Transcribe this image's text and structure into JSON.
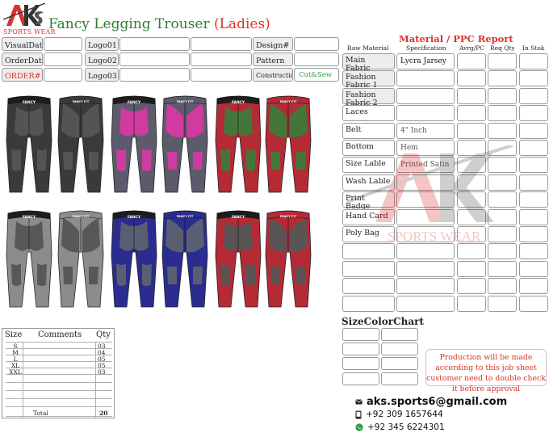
{
  "logo": {
    "brand": "AKS",
    "caption": "SPORTS WEAR"
  },
  "title": {
    "main": "Fancy Legging Trouser",
    "accent": "(Ladies)"
  },
  "header_fields": {
    "visual_date": "VisualDate",
    "order_date": "OrderDate",
    "order_no": "ORDER#",
    "logo01": "Logo01",
    "logo02": "Logo02",
    "logo03": "Logo03",
    "design_no": "Design#",
    "pattern": "Pattern",
    "construction": "Construction",
    "construction_value": "Cut&Sew"
  },
  "leggings": {
    "waistband_text": "FANCY",
    "back_text": "FANCY FIT",
    "rows": [
      [
        {
          "view": "front",
          "base": "#3a3a3a",
          "accent": "#555555"
        },
        {
          "view": "back",
          "base": "#3a3a3a",
          "accent": "#555555"
        },
        {
          "view": "front",
          "base": "#5b5b6b",
          "accent": "#d63aa3"
        },
        {
          "view": "back",
          "base": "#5b5b6b",
          "accent": "#d63aa3"
        },
        {
          "view": "front",
          "base": "#b42a35",
          "accent": "#3f7a3a"
        },
        {
          "view": "back",
          "base": "#b42a35",
          "accent": "#3f7a3a"
        }
      ],
      [
        {
          "view": "front",
          "base": "#8c8c8c",
          "accent": "#555555"
        },
        {
          "view": "back",
          "base": "#8c8c8c",
          "accent": "#555555"
        },
        {
          "view": "front",
          "base": "#2a2d8f",
          "accent": "#5d6170"
        },
        {
          "view": "back",
          "base": "#2a2d8f",
          "accent": "#5d6170"
        },
        {
          "view": "front",
          "base": "#b42a35",
          "accent": "#565656"
        },
        {
          "view": "back",
          "base": "#b42a35",
          "accent": "#565656"
        }
      ]
    ]
  },
  "material_report": {
    "title": "Material / PPC Report",
    "headers": [
      "Raw Material",
      "Specification",
      "Avrg/PC",
      "Req Qty",
      "In Stok"
    ],
    "rows": [
      {
        "label": "Main Fabric",
        "spec": "Lycra Jarsey",
        "shaded": true
      },
      {
        "label": "Fashion Fabric 1",
        "spec": "",
        "shaded": true
      },
      {
        "label": "Fashion Fabric 2",
        "spec": "",
        "shaded": true
      },
      {
        "label": "Laces",
        "spec": "",
        "shaded": false
      },
      {
        "label": "Belt",
        "spec": "4\" Inch",
        "shaded": false
      },
      {
        "label": "Bottom",
        "spec": "Hem",
        "shaded": false
      },
      {
        "label": "Size Lable",
        "spec": "Printed Satin",
        "shaded": false
      },
      {
        "label": "Wash Lable",
        "spec": "",
        "shaded": false
      },
      {
        "label": "Print Badge",
        "spec": "",
        "shaded": false
      },
      {
        "label": "Hand Card",
        "spec": "",
        "shaded": false
      },
      {
        "label": "Poly Bag",
        "spec": "",
        "shaded": false
      },
      {
        "label": "",
        "spec": "",
        "shaded": false
      },
      {
        "label": "",
        "spec": "",
        "shaded": false
      },
      {
        "label": "",
        "spec": "",
        "shaded": false
      },
      {
        "label": "",
        "spec": "",
        "shaded": false
      }
    ]
  },
  "size_table": {
    "headers": {
      "size": "Size",
      "comments": "Comments",
      "qty": "Qty"
    },
    "rows": [
      {
        "size": "S",
        "qty": "03"
      },
      {
        "size": "M",
        "qty": "04"
      },
      {
        "size": "L",
        "qty": "05"
      },
      {
        "size": "XL",
        "qty": "05"
      },
      {
        "size": "XXL",
        "qty": "03"
      }
    ],
    "total_label": "Total",
    "total_value": "20"
  },
  "size_color_chart": {
    "title": "SizeColorChart"
  },
  "note": "Production will be made according to this job sheet customer need to double check it before approval",
  "contacts": {
    "email": "aks.sports6@gmail.com",
    "phone": "+92 309 1657644",
    "whatsapp": "+92 345  6224301"
  },
  "colors": {
    "accent_red": "#d9342b",
    "title_green": "#2e7d32"
  }
}
